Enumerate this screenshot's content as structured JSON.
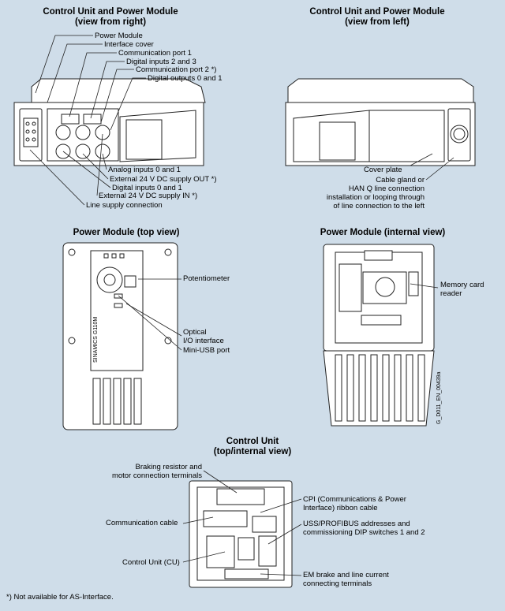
{
  "sections": {
    "cu_pm_right": {
      "title_line1": "Control Unit and Power Module",
      "title_line2": "(view from right)"
    },
    "cu_pm_left": {
      "title_line1": "Control Unit and Power Module",
      "title_line2": "(view from left)"
    },
    "pm_top": {
      "title": "Power Module (top view)"
    },
    "pm_internal": {
      "title": "Power Module (internal view)"
    },
    "cu_top": {
      "title_line1": "Control Unit",
      "title_line2": "(top/internal view)"
    }
  },
  "labels": {
    "power_module": "Power Module",
    "interface_cover": "Interface cover",
    "comm_port_1": "Communication port 1",
    "digital_inputs_2_3": "Digital inputs 2 and 3",
    "comm_port_2": "Communication port 2 *)",
    "digital_outputs_0_1": "Digital outputs 0 and 1",
    "analog_inputs_0_1": "Analog inputs 0 and 1",
    "ext_24v_out": "External 24 V DC supply OUT *)",
    "digital_inputs_0_1": "Digital inputs 0 and 1",
    "ext_24v_in": "External 24 V DC supply IN *)",
    "line_supply": "Line supply connection",
    "cover_plate": "Cover plate",
    "cable_gland_1": "Cable gland or",
    "cable_gland_2": "HAN Q line connection",
    "cable_gland_3": "installation or looping through",
    "cable_gland_4": "of line connection to the left",
    "potentiometer": "Potentiometer",
    "optical_1": "Optical",
    "optical_2": "I/O interface",
    "mini_usb": "Mini-USB port",
    "memory_card_1": "Memory card",
    "memory_card_2": "reader",
    "braking_1": "Braking resistor and",
    "braking_2": "motor connection terminals",
    "comm_cable": "Communication cable",
    "control_unit": "Control Unit (CU)",
    "cpi_1": "CPI (Communications & Power",
    "cpi_2": "Interface) ribbon cable",
    "uss_1": "USS/PROFIBUS addresses and",
    "uss_2": "commissioning DIP switches 1 and 2",
    "em_1": "EM brake and line current",
    "em_2": "connecting terminals",
    "brand": "SINAMICS G110M",
    "figure_id": "G_D011_EN_00439a"
  },
  "footnote": "*) Not available for AS-Interface."
}
